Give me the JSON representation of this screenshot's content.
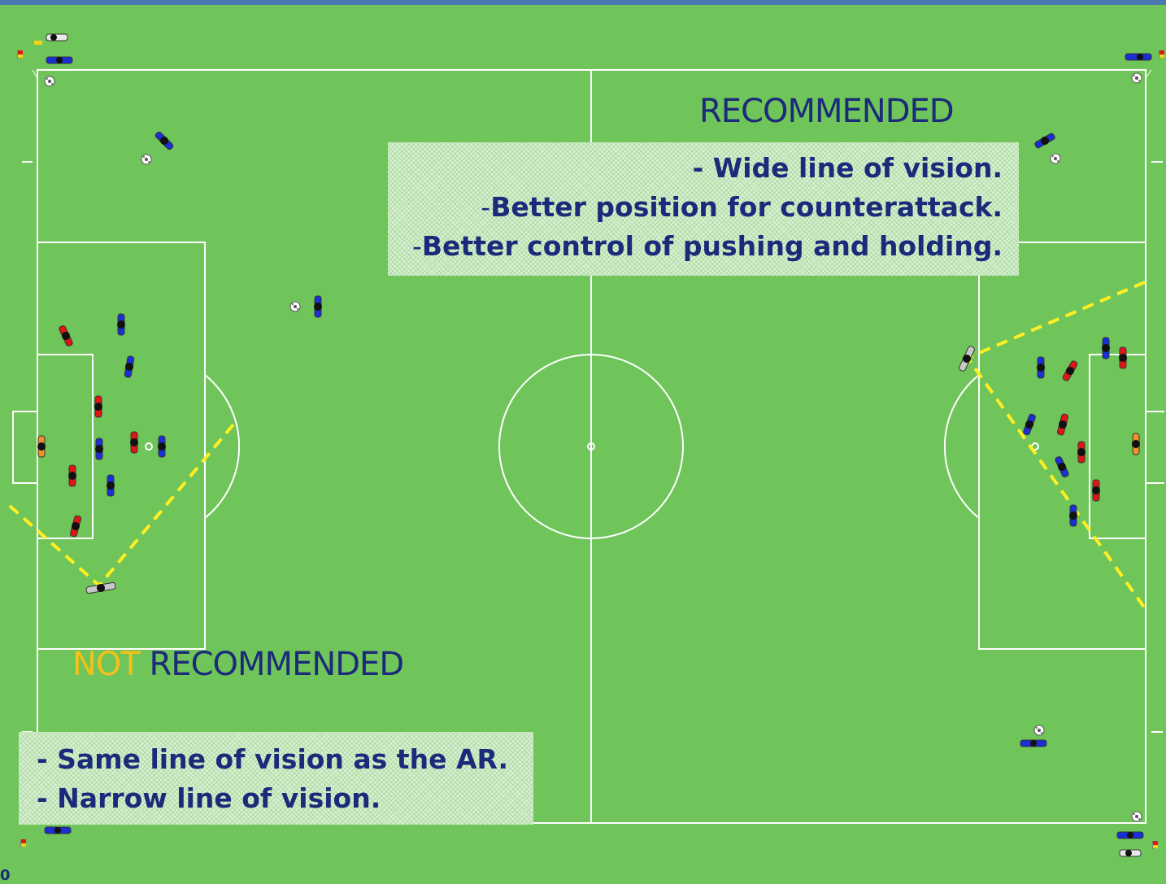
{
  "recommended": {
    "heading": "RECOMMENDED",
    "notes": [
      {
        "prefix": "",
        "text": "- Wide line of vision."
      },
      {
        "prefix": "-",
        "text": "Better position for counterattack."
      },
      {
        "prefix": "-",
        "text": "Better control of pushing and holding."
      }
    ]
  },
  "not_recommended": {
    "heading_accent": "NOT",
    "heading_rest": " RECOMMENDED",
    "notes": [
      {
        "text": "- Same line of vision as the AR."
      },
      {
        "text": "- Narrow line of vision."
      }
    ]
  },
  "corner_mark": "0",
  "colors": {
    "pitch": "#6fc55a",
    "lines": "#ffffff",
    "vision_line": "#ffee22",
    "text": "#1b2a7a",
    "not_accent": "#f2c21a",
    "team_red": "#e01616",
    "team_blue": "#1a2fd6",
    "goalkeeper": "#f0902a",
    "referee": "#b8b8b8"
  },
  "icons": [
    "player-icon",
    "referee-icon",
    "assistant-referee-icon",
    "ball-icon",
    "corner-flag-icon"
  ]
}
